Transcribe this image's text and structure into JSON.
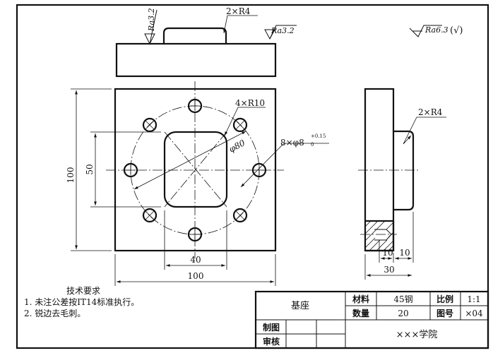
{
  "surface_finish": {
    "top_left": "Ra3.2",
    "top_right": "Ra3.2",
    "general": "Ra6.3",
    "general_suffix": "(√)"
  },
  "callouts": {
    "boss_radius_top": "2×R4",
    "corner_radius": "4×R10",
    "pitch_circle": "φ80",
    "holes_prefix": "8×φ8",
    "holes_tol_upper": "+0.15",
    "holes_tol_lower": "0",
    "boss_radius_side": "2×R4"
  },
  "dimensions": {
    "height_overall": "100",
    "height_pocket": "50",
    "width_pocket": "40",
    "width_overall": "100",
    "side_step_a": "10",
    "side_step_b": "10",
    "side_overall": "30"
  },
  "notes": {
    "title": "技术要求",
    "items": [
      "1. 未注公差按IT14标准执行。",
      "2. 锐边去毛刺。"
    ]
  },
  "title_block": {
    "part_name": "基座",
    "material_label": "材料",
    "material_value": "45钢",
    "scale_label": "比例",
    "scale_value": "1:1",
    "quantity_label": "数量",
    "quantity_value": "20",
    "drawing_no_label": "图号",
    "drawing_no_value": "×04",
    "drawn_label": "制图",
    "checked_label": "审核",
    "school": "×××学院"
  }
}
